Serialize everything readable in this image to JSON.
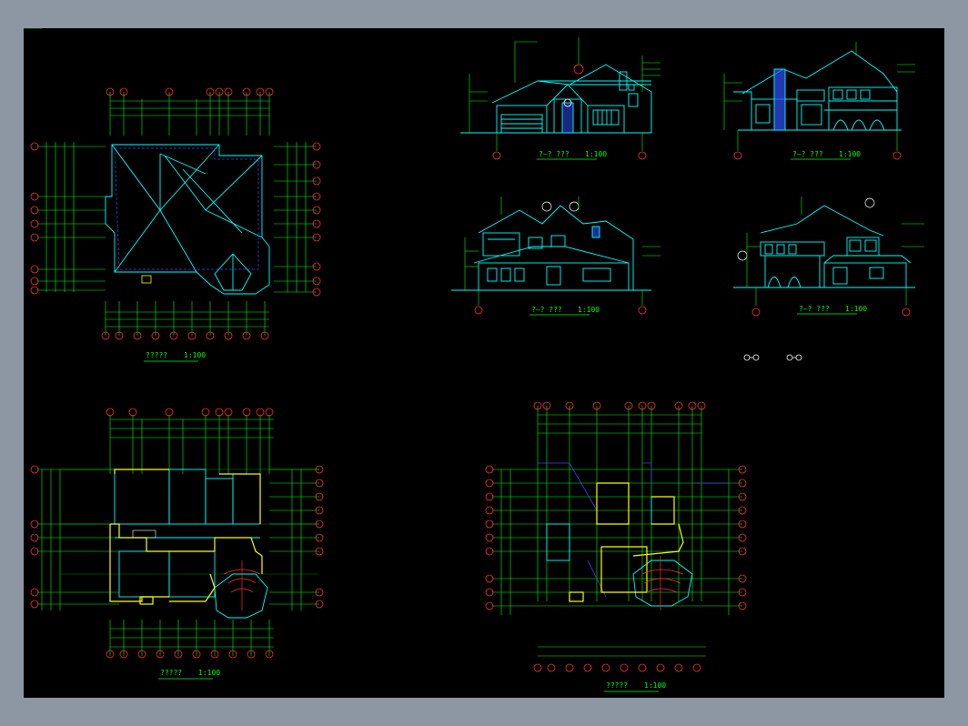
{
  "drawings": [
    {
      "id": "roof-plan",
      "caption": "?????",
      "scale": "1:100"
    },
    {
      "id": "elevation-a",
      "caption": "?—? ???",
      "scale": "1:100"
    },
    {
      "id": "elevation-b",
      "caption": "?—? ???",
      "scale": "1:100"
    },
    {
      "id": "elevation-c",
      "caption": "?—? ???",
      "scale": "1:100"
    },
    {
      "id": "elevation-d",
      "caption": "?—? ???",
      "scale": "1:100"
    },
    {
      "id": "first-floor-plan",
      "caption": "?????",
      "scale": "1:100"
    },
    {
      "id": "second-floor-plan",
      "caption": "?????",
      "scale": "1:100"
    }
  ],
  "colors": {
    "background": "#000000",
    "frame": "#8d97a3",
    "walls": "#00ffff",
    "dimensions": "#00ff00",
    "hidden": "#4040ff",
    "section": "#ffff00",
    "markers": "#ff3030",
    "text": "#00ff00"
  },
  "icons": [
    "section-marker-icon",
    "axis-bubble-icon",
    "north-arrow-icon"
  ]
}
